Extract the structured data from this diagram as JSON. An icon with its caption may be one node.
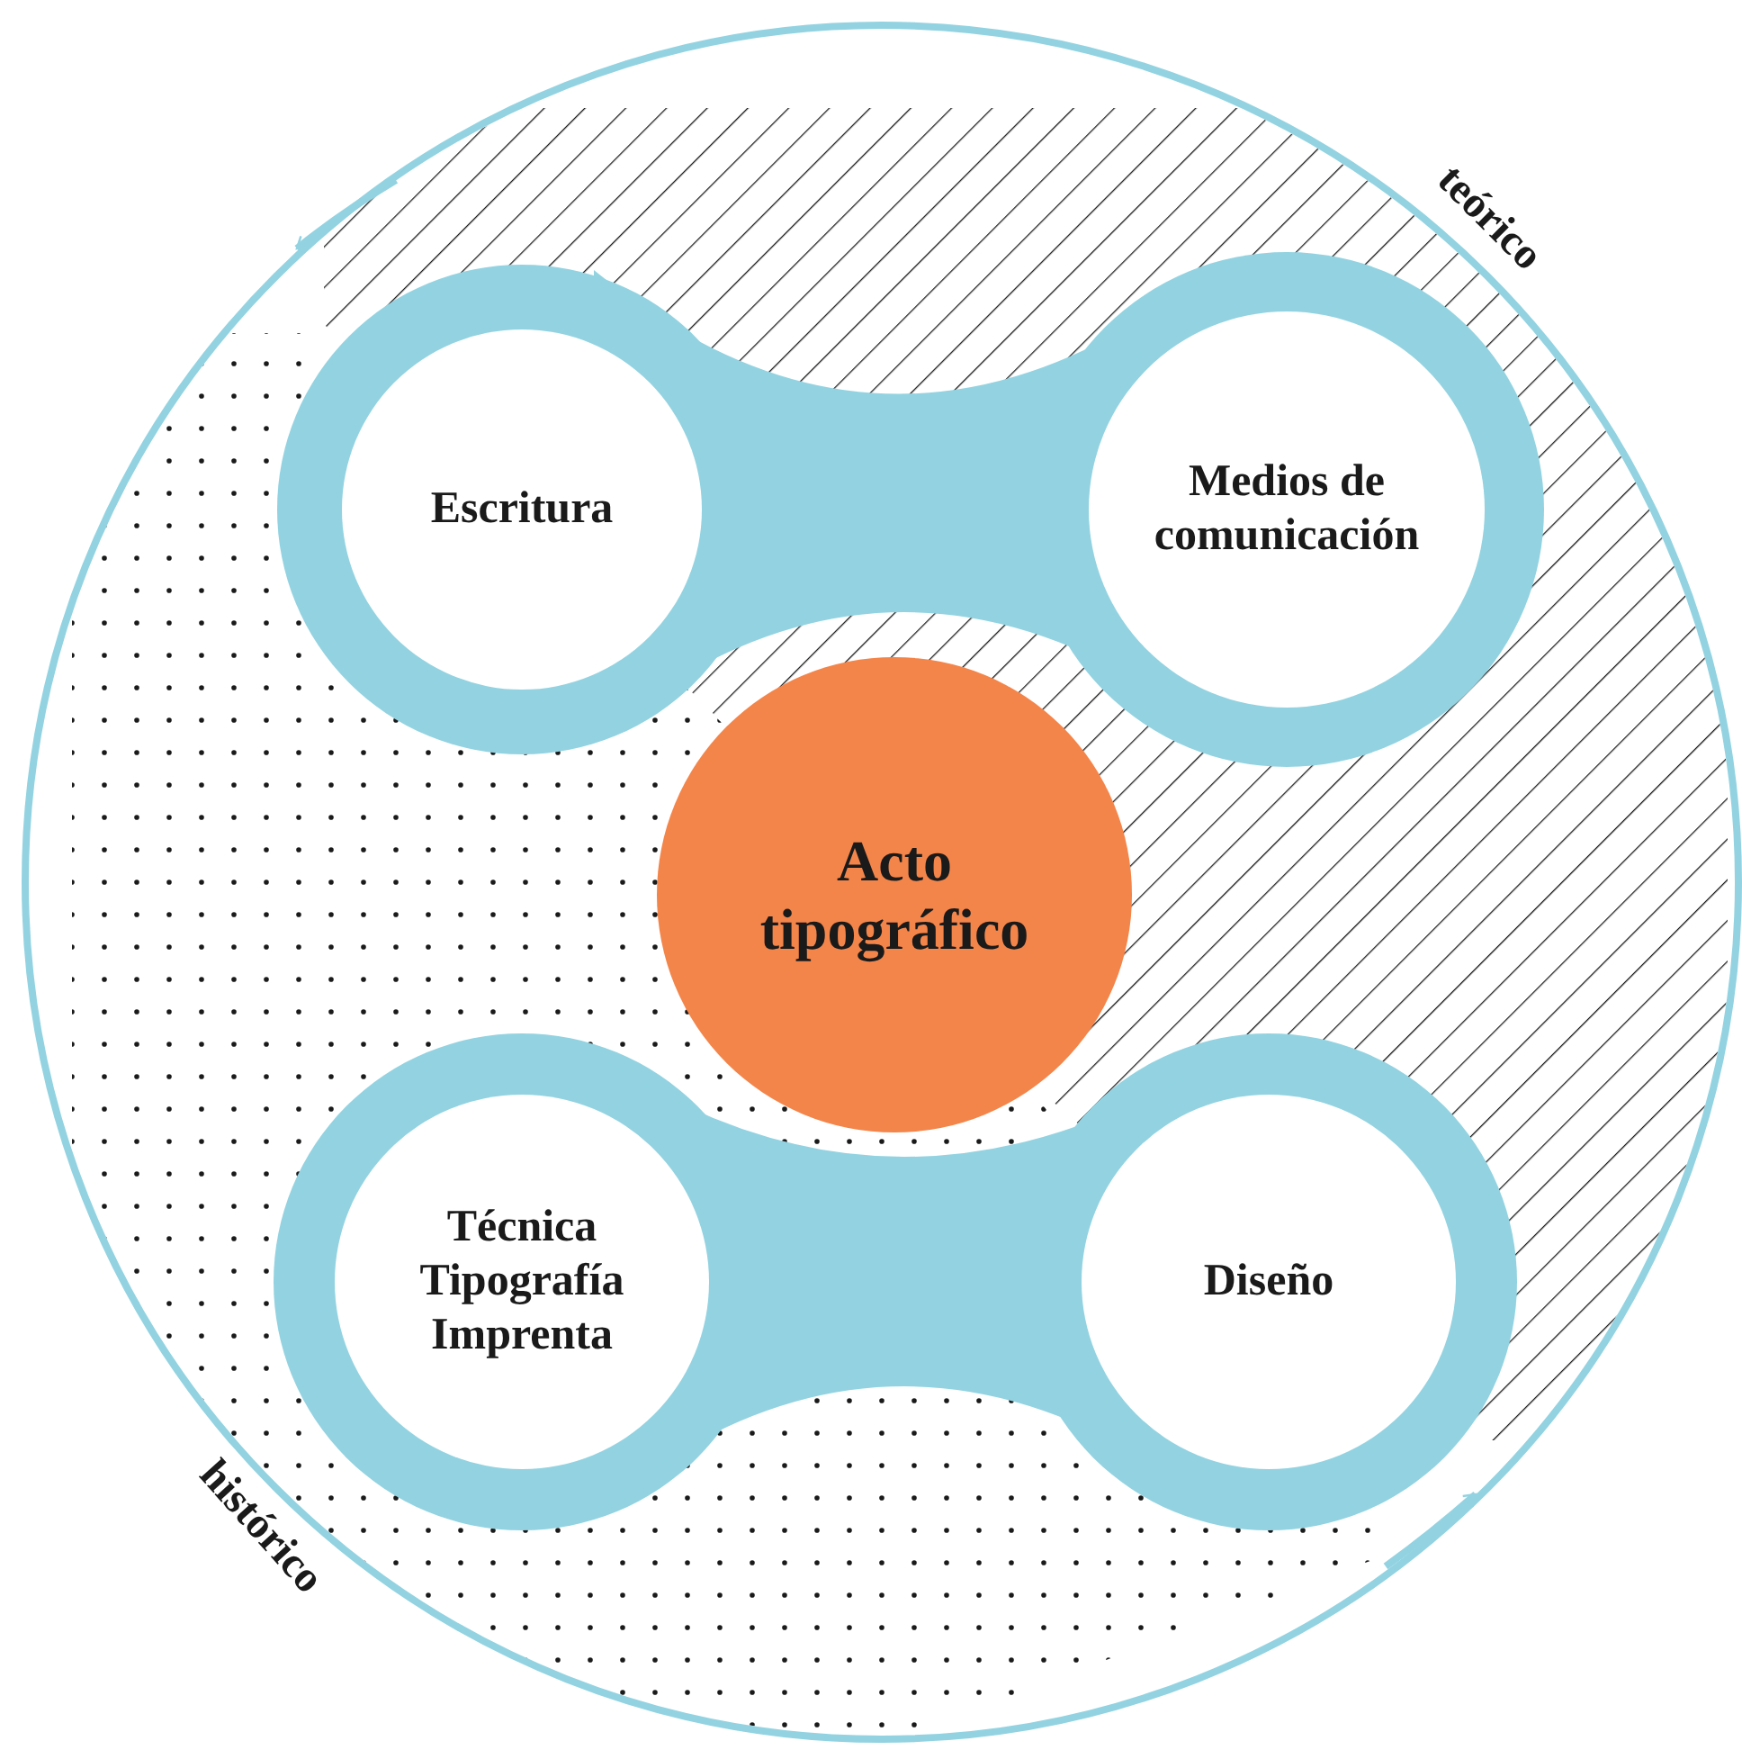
{
  "diagram": {
    "nodes": [
      {
        "text": [
          "Escritura"
        ]
      },
      {
        "text": [
          "Medios de comunicación"
        ]
      },
      {
        "text": [
          "Acto tipográfico"
        ]
      },
      {
        "text": [
          "Técnica Tipografía Imprenta"
        ]
      },
      {
        "text": [
          "Diseño"
        ]
      }
    ],
    "labels": [
      "teórico",
      "histórico"
    ]
  }
}
